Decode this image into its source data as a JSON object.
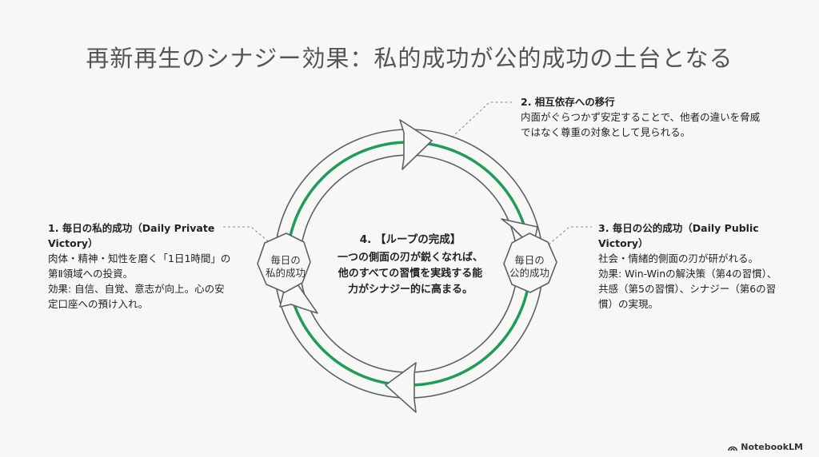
{
  "title": "再新再生のシナジー効果：私的成功が公的成功の土台となる",
  "nodes": {
    "left": "毎日の\n私的成功",
    "right": "毎日の\n公的成功"
  },
  "left_block": {
    "heading": "1. 毎日の私的成功（Daily Private Victory）",
    "line1": "肉体・精神・知性を磨く「1日1時間」の第Ⅱ領域への投資。",
    "line2": "効果: 自信、自覚、意志が向上。心の安定口座への預け入れ。"
  },
  "top_block": {
    "heading": "2. 相互依存への移行",
    "text": "内面がぐらつかず安定することで、他者の違いを脅威ではなく尊重の対象として見られる。"
  },
  "right_block": {
    "heading": "3. 毎日の公的成功（Daily Public Victory）",
    "line1": "社会・情緒的側面の刃が研がれる。",
    "line2": "効果: Win-Winの解決策（第4の習慣）、共感（第5の習慣）、シナジー（第6の習慣）の実現。"
  },
  "center_block": {
    "heading": "4. 【ループの完成】",
    "text": "一つの側面の刃が鋭くなれば、他のすべての習慣を実践する能力がシナジー的に高まる。"
  },
  "brand": "NotebookLM",
  "colors": {
    "accent": "#1f9c57",
    "outline": "#5a6268",
    "title": "#555555"
  }
}
